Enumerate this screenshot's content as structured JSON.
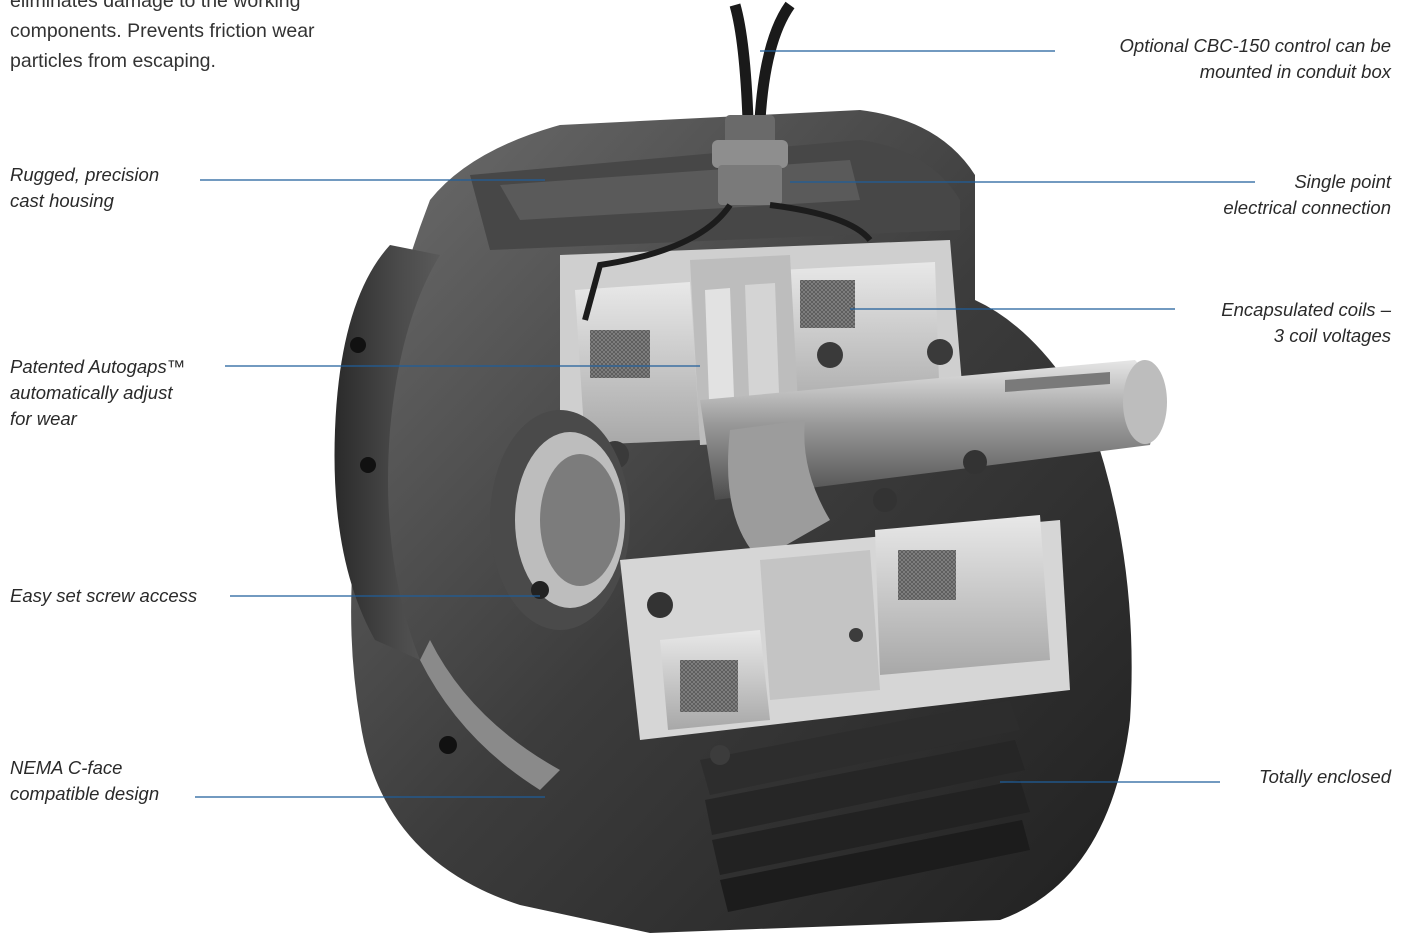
{
  "intro_text": "eliminates damage to the working\ncomponents. Prevents friction wear\nparticles from escaping.",
  "colors": {
    "leader_line": "#1f5e9a",
    "text": "#2a2a2a"
  },
  "callouts": {
    "rugged_housing": "Rugged, precision\ncast housing",
    "autogaps": "Patented Autogaps™\nautomatically adjust\nfor wear",
    "set_screw": "Easy set screw access",
    "nema": "NEMA C-face\ncompatible design",
    "cbc_control": "Optional CBC-150 control can be\nmounted in conduit box",
    "single_point": "Single point\nelectrical connection",
    "coils": "Encapsulated coils –\n3 coil voltages",
    "enclosed": "Totally enclosed"
  }
}
